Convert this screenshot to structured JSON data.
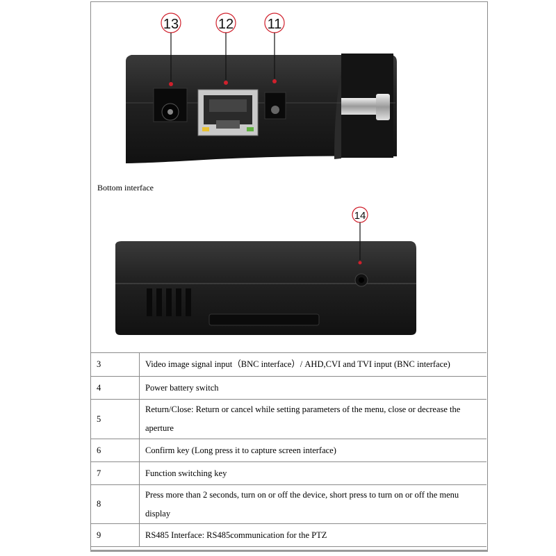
{
  "figures": {
    "bottom": {
      "callouts": [
        "13",
        "12",
        "11"
      ]
    },
    "side": {
      "callouts": [
        "14"
      ]
    }
  },
  "caption": "Bottom interface",
  "rows": [
    {
      "num": "3",
      "desc": "Video image signal input（BNC interface）/ AHD,CVI and TVI input (BNC interface)"
    },
    {
      "num": "4",
      "desc": "Power battery switch"
    },
    {
      "num": "5",
      "desc": "Return/Close: Return or cancel while setting parameters of the menu, close or decrease the aperture"
    },
    {
      "num": "6",
      "desc": "Confirm key (Long press it to capture screen interface)"
    },
    {
      "num": "7",
      "desc": "Function switching key"
    },
    {
      "num": "8",
      "desc": "Press more than 2 seconds, turn on or off the device, short press to turn on or off the menu display"
    },
    {
      "num": "9",
      "desc": "RS485 Interface: RS485communication for the PTZ"
    }
  ],
  "colors": {
    "callout": "#d0202c",
    "device": "#1a1a1a"
  }
}
